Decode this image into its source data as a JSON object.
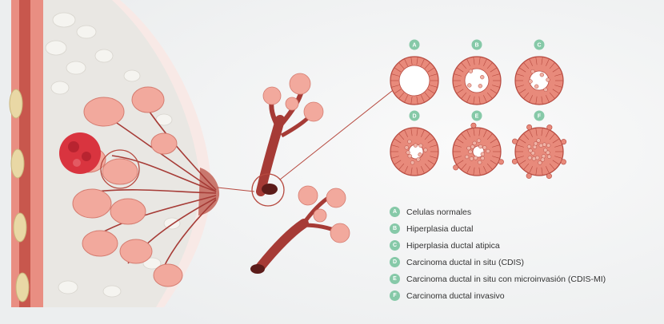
{
  "legend": [
    {
      "letter": "A",
      "label": "Celulas normales"
    },
    {
      "letter": "B",
      "label": "Hiperplasia ductal"
    },
    {
      "letter": "C",
      "label": "Hiperplasia ductal atipica"
    },
    {
      "letter": "D",
      "label": "Carcinoma ductal in situ (CDIS)"
    },
    {
      "letter": "E",
      "label": "Carcinoma ductal in situ con microinvasión (CDIS-MI)"
    },
    {
      "letter": "F",
      "label": "Carcinoma ductal invasivo"
    }
  ],
  "stages": [
    {
      "letter": "A",
      "name": "normal-duct"
    },
    {
      "letter": "B",
      "name": "hyperplasia-duct"
    },
    {
      "letter": "C",
      "name": "atypical-hyperplasia-duct"
    },
    {
      "letter": "D",
      "name": "dcis-duct"
    },
    {
      "letter": "E",
      "name": "dcis-microinvasion-duct"
    },
    {
      "letter": "F",
      "name": "invasive-carcinoma-duct"
    }
  ],
  "colors": {
    "badge": "#86c9a8",
    "tissue": "#f2a99d",
    "duct": "#a63b36",
    "tumor": "#d9343f",
    "cell_fill": "#e88a7b",
    "cell_edge": "#b6493f"
  }
}
